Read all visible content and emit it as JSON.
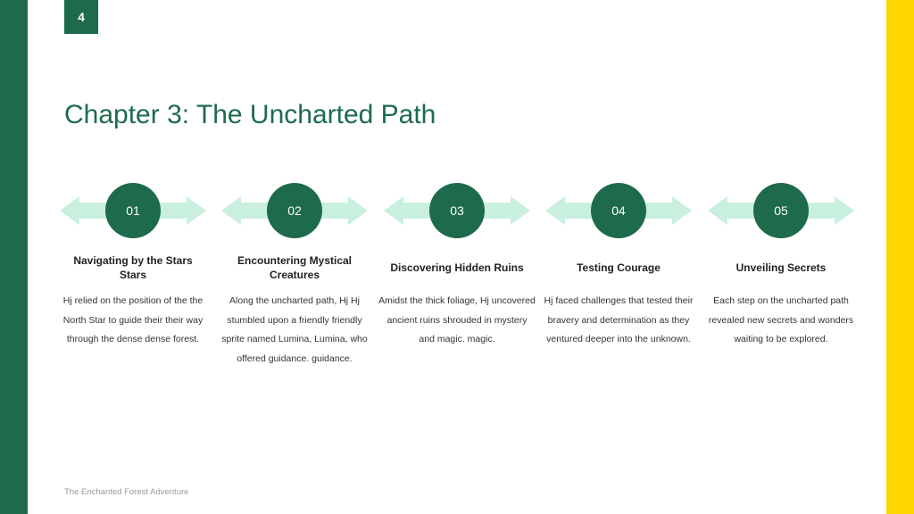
{
  "page_number": "4",
  "title": "Chapter 3: The Uncharted Path",
  "footer": "The Enchanted Forest Adventure",
  "colors": {
    "primary": "#1e6b4b",
    "accent": "#ffd700",
    "arrow": "#c9efdf"
  },
  "steps": [
    {
      "number": "01",
      "heading": "Navigating by the Stars Stars",
      "description": "Hj relied on the position of the the North Star to guide their their way through the dense dense forest."
    },
    {
      "number": "02",
      "heading": "Encountering Mystical Creatures",
      "description": "Along the uncharted path, Hj Hj stumbled upon a friendly friendly sprite named Lumina, Lumina, who offered guidance. guidance."
    },
    {
      "number": "03",
      "heading": "Discovering Hidden Ruins",
      "description": "Amidst the thick foliage, Hj uncovered ancient ruins shrouded in mystery and magic. magic."
    },
    {
      "number": "04",
      "heading": "Testing Courage",
      "description": "Hj faced challenges that tested their bravery and determination as they ventured deeper into the unknown."
    },
    {
      "number": "05",
      "heading": "Unveiling Secrets",
      "description": "Each step on the uncharted path revealed new secrets and wonders waiting to be explored."
    }
  ]
}
